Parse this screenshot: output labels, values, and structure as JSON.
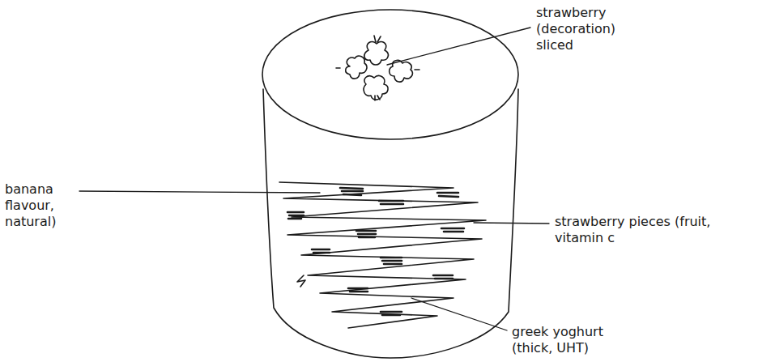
{
  "diagram": {
    "labels": [
      "strawberry (decoration) sliced",
      "banana flavour, natural)",
      "strawberry pieces (fruit, vitamin c",
      "greek yoghurt (thick, UHT)"
    ]
  }
}
